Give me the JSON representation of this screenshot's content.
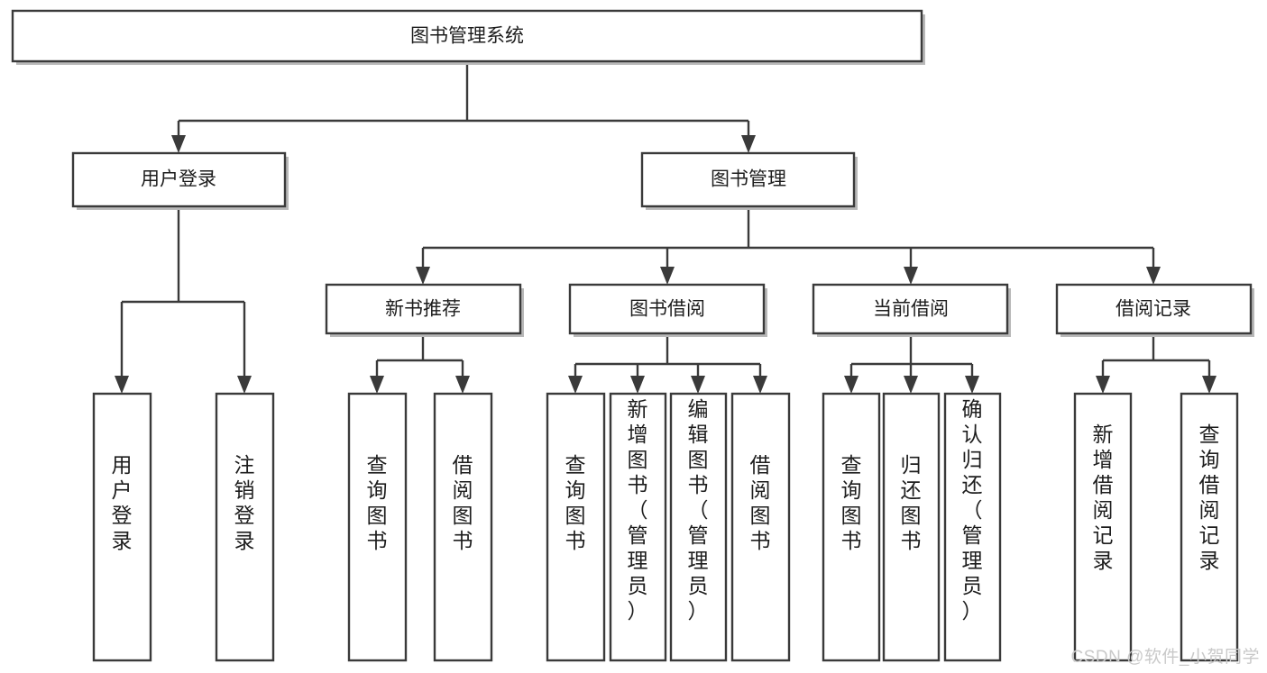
{
  "diagram": {
    "title": "图书管理系统",
    "type": "hierarchy-tree",
    "watermark": "CSDN @软件_小贺同学",
    "root": {
      "id": "root",
      "label": "图书管理系统",
      "orientation": "horizontal"
    },
    "level2": [
      {
        "id": "user-login",
        "label": "用户登录",
        "orientation": "horizontal"
      },
      {
        "id": "book-manage",
        "label": "图书管理",
        "orientation": "horizontal"
      }
    ],
    "level3": [
      {
        "id": "new-book-recommend",
        "label": "新书推荐",
        "orientation": "horizontal",
        "parent": "book-manage"
      },
      {
        "id": "book-borrow",
        "label": "图书借阅",
        "orientation": "horizontal",
        "parent": "book-manage"
      },
      {
        "id": "current-borrow",
        "label": "当前借阅",
        "orientation": "horizontal",
        "parent": "book-manage"
      },
      {
        "id": "borrow-record",
        "label": "借阅记录",
        "orientation": "horizontal",
        "parent": "book-manage"
      }
    ],
    "leaves": [
      {
        "id": "leaf-user-login",
        "label": "用户登录",
        "orientation": "vertical",
        "parent": "user-login"
      },
      {
        "id": "leaf-user-logout",
        "label": "注销登录",
        "orientation": "vertical",
        "parent": "user-login"
      },
      {
        "id": "leaf-query-book-1",
        "label": "查询图书",
        "orientation": "vertical",
        "parent": "new-book-recommend"
      },
      {
        "id": "leaf-borrow-book-1",
        "label": "借阅图书",
        "orientation": "vertical",
        "parent": "new-book-recommend"
      },
      {
        "id": "leaf-query-book-2",
        "label": "查询图书",
        "orientation": "vertical",
        "parent": "book-borrow"
      },
      {
        "id": "leaf-add-book",
        "label": "新增图书（管理员）",
        "orientation": "vertical",
        "parent": "book-borrow"
      },
      {
        "id": "leaf-edit-book",
        "label": "编辑图书（管理员）",
        "orientation": "vertical",
        "parent": "book-borrow"
      },
      {
        "id": "leaf-borrow-book-2",
        "label": "借阅图书",
        "orientation": "vertical",
        "parent": "book-borrow"
      },
      {
        "id": "leaf-query-book-3",
        "label": "查询图书",
        "orientation": "vertical",
        "parent": "current-borrow"
      },
      {
        "id": "leaf-return-book",
        "label": "归还图书",
        "orientation": "vertical",
        "parent": "current-borrow"
      },
      {
        "id": "leaf-confirm-return",
        "label": "确认归还（管理员）",
        "orientation": "vertical",
        "parent": "current-borrow"
      },
      {
        "id": "leaf-add-record",
        "label": "新增借阅记录",
        "orientation": "vertical",
        "parent": "borrow-record"
      },
      {
        "id": "leaf-query-record",
        "label": "查询借阅记录",
        "orientation": "vertical",
        "parent": "borrow-record"
      }
    ],
    "colors": {
      "box_stroke": "#3a3a3a",
      "box_fill": "#ffffff",
      "text": "#1d1d1d",
      "watermark": "#c9c9c9",
      "background": "#ffffff"
    }
  }
}
